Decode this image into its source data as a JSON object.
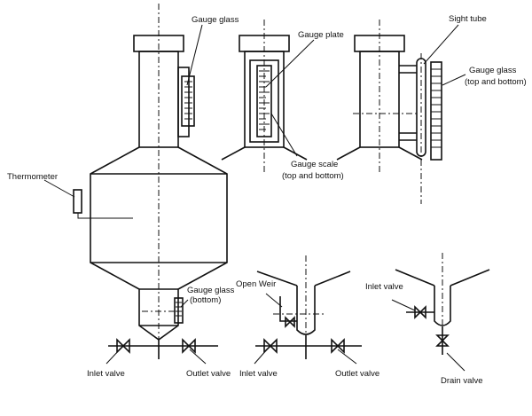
{
  "labels": {
    "gauge_glass": "Gauge glass",
    "gauge_plate": "Gauge plate",
    "sight_tube": "Sight tube",
    "gauge_glass_tb_1": "Gauge glass",
    "gauge_glass_tb_2": "(top and bottom)",
    "thermometer": "Thermometer",
    "gauge_scale_1": "Gauge scale",
    "gauge_scale_2": "(top and bottom)",
    "gauge_glass_bottom_1": "Gauge glass",
    "gauge_glass_bottom_2": "(bottom)",
    "open_weir": "Open Weir",
    "inlet_valve_1": "Inlet valve",
    "outlet_valve_1": "Outlet valve",
    "inlet_valve_2": "Inlet valve",
    "outlet_valve_2": "Outlet valve",
    "inlet_valve_3": "Inlet valve",
    "drain_valve": "Drain valve"
  }
}
